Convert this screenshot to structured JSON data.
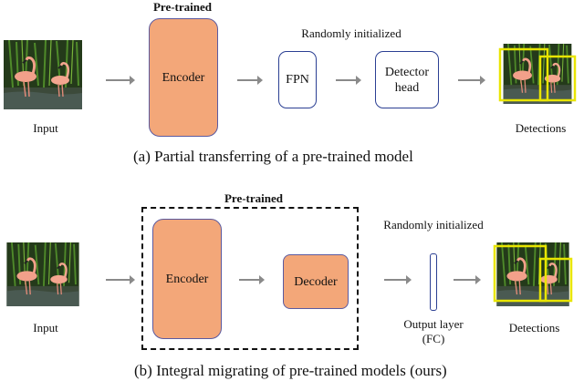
{
  "colors": {
    "module_fill": "#f3a779",
    "module_border": "#5a5aa0",
    "head_border": "#2b3f93",
    "arrow": "#8a8a8a",
    "detection_box": "#e8e500"
  },
  "panel_a": {
    "pretrained_label": "Pre-trained",
    "random_init_label": "Randomly initialized",
    "input_label": "Input",
    "encoder_label": "Encoder",
    "fpn_label": "FPN",
    "detector_head_label_line1": "Detector",
    "detector_head_label_line2": "head",
    "detections_label": "Detections",
    "caption": "(a)  Partial transferring of a pre-trained model"
  },
  "panel_b": {
    "pretrained_label": "Pre-trained",
    "random_init_label": "Randomly initialized",
    "input_label": "Input",
    "encoder_label": "Encoder",
    "decoder_label": "Decoder",
    "output_layer_line1": "Output layer",
    "output_layer_line2": "(FC)",
    "detections_label": "Detections",
    "caption": "(b)  Integral migrating of pre-trained models (ours)"
  },
  "images": {
    "input_icon": "flamingo-photo-icon",
    "output_icon": "flamingo-detections-icon"
  }
}
